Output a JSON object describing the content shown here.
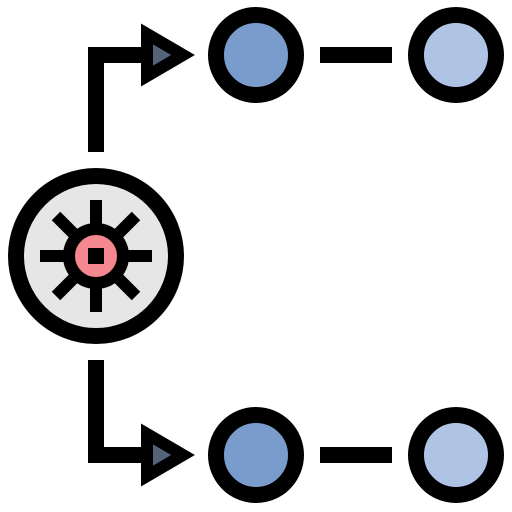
{
  "icon": {
    "name": "process-branching-icon",
    "hub": "gear-icon",
    "branches": [
      {
        "name": "top",
        "nodes": [
          "primary",
          "secondary"
        ]
      },
      {
        "name": "bottom",
        "nodes": [
          "primary",
          "secondary"
        ]
      }
    ]
  },
  "colors": {
    "stroke": "#000000",
    "hub_fill": "#e6e6e6",
    "gear_center": "#f4878f",
    "node_primary": "#7a9ccc",
    "node_secondary": "#afc4e5",
    "arrow_fill": "#52637a",
    "background": "#ffffff"
  }
}
